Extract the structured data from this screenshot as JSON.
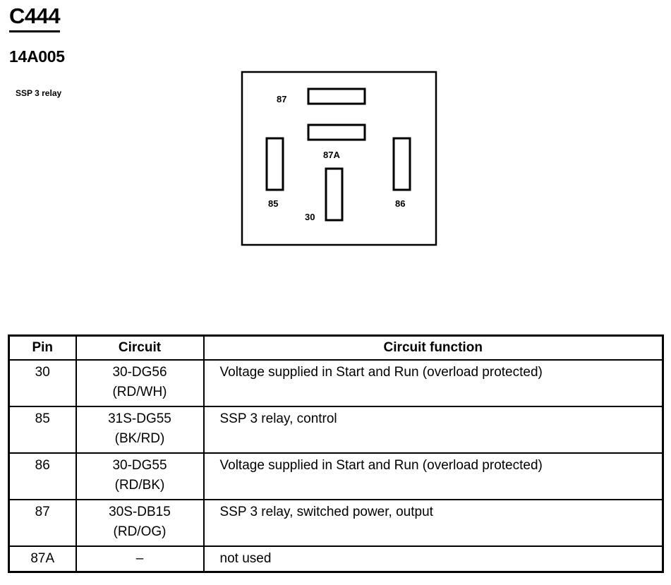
{
  "connector": {
    "id": "C444",
    "part_number": "14A005",
    "description": "SSP 3 relay"
  },
  "diagram": {
    "pin_87": "87",
    "pin_87A": "87A",
    "pin_85": "85",
    "pin_30": "30",
    "pin_86": "86"
  },
  "table": {
    "headers": {
      "pin": "Pin",
      "circuit": "Circuit",
      "function": "Circuit function"
    },
    "rows": [
      {
        "pin": "30",
        "circuit_line1": "30-DG56",
        "circuit_line2": "(RD/WH)",
        "function": "Voltage supplied in Start and Run (overload protected)"
      },
      {
        "pin": "85",
        "circuit_line1": "31S-DG55",
        "circuit_line2": "(BK/RD)",
        "function": "SSP 3 relay, control"
      },
      {
        "pin": "86",
        "circuit_line1": "30-DG55",
        "circuit_line2": "(RD/BK)",
        "function": "Voltage supplied in Start and Run (overload protected)"
      },
      {
        "pin": "87",
        "circuit_line1": "30S-DB15",
        "circuit_line2": "(RD/OG)",
        "function": "SSP 3 relay, switched power, output"
      },
      {
        "pin": "87A",
        "circuit_line1": "–",
        "circuit_line2": "",
        "function": "not used"
      }
    ]
  }
}
